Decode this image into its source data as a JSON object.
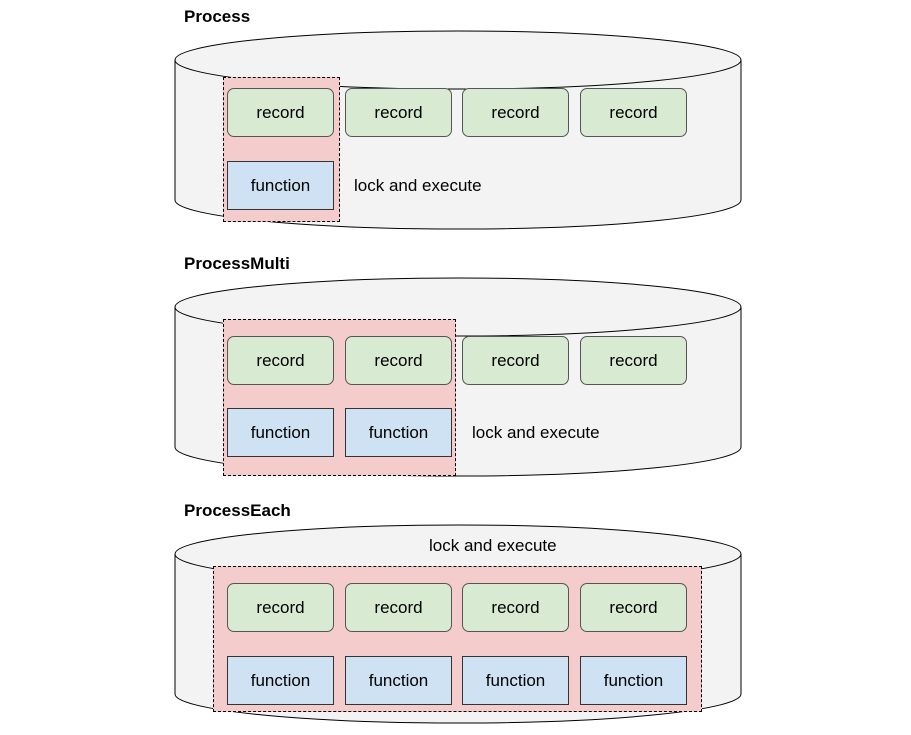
{
  "sections": [
    {
      "title": "Process",
      "records": [
        "record",
        "record",
        "record",
        "record"
      ],
      "functions": [
        "function"
      ],
      "note": "lock and execute"
    },
    {
      "title": "ProcessMulti",
      "records": [
        "record",
        "record",
        "record",
        "record"
      ],
      "functions": [
        "function",
        "function"
      ],
      "note": "lock and execute"
    },
    {
      "title": "ProcessEach",
      "records": [
        "record",
        "record",
        "record",
        "record"
      ],
      "functions": [
        "function",
        "function",
        "function",
        "function"
      ],
      "note": "lock and execute"
    }
  ],
  "colors": {
    "cylinder_fill": "#f3f3f3",
    "lock_fill": "#f4cccc",
    "record_fill": "#d9ead3",
    "function_fill": "#cfe2f3"
  }
}
